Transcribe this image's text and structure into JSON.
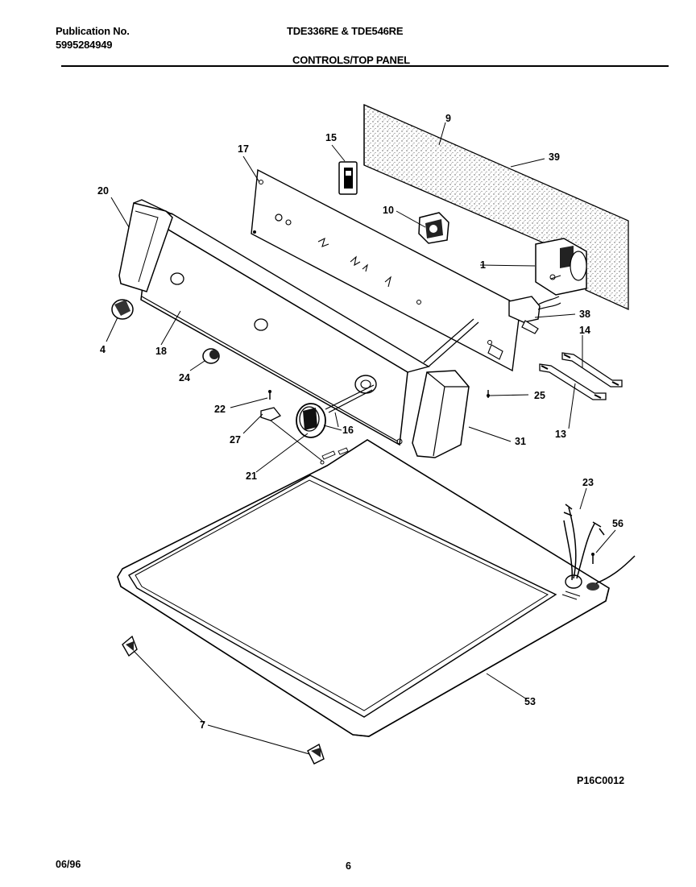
{
  "header": {
    "publication_label": "Publication No.",
    "publication_number": "5995284949",
    "models": "TDE336RE & TDE546RE",
    "section_title": "CONTROLS/TOP PANEL"
  },
  "diagram": {
    "figure_code": "P16C0012",
    "callouts": {
      "c1": "1",
      "c4": "4",
      "c7": "7",
      "c9": "9",
      "c10": "10",
      "c13": "13",
      "c14": "14",
      "c15": "15",
      "c16": "16",
      "c17": "17",
      "c18": "18",
      "c20": "20",
      "c21": "21",
      "c22": "22",
      "c23": "23",
      "c24": "24",
      "c25": "25",
      "c27": "27",
      "c31": "31",
      "c38": "38",
      "c39": "39",
      "c53": "53",
      "c56": "56"
    }
  },
  "footer": {
    "date": "06/96",
    "page": "6"
  }
}
